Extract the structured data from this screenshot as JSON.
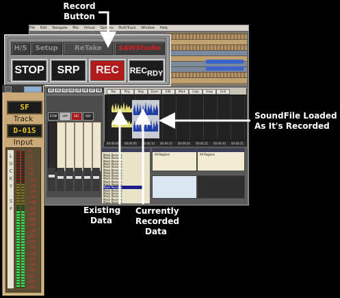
{
  "annotations": {
    "record_button": [
      "Record",
      "Button"
    ],
    "soundfile_loaded": [
      "SoundFile Loaded",
      "As It's Recorded"
    ],
    "existing_data": [
      "Existing",
      "Data"
    ],
    "currently_recorded": [
      "Currently",
      "Recorded",
      "Data"
    ]
  },
  "app": {
    "menu": [
      "File",
      "Edit",
      "Navigate",
      "Mix",
      "Virtual",
      "Options",
      "MultiTrack",
      "Window",
      "Help"
    ]
  },
  "record_panel": {
    "tabs": {
      "hs": "H/S",
      "setup": "Setup",
      "retake": "ReTake",
      "brand": "SAWStudio"
    },
    "buttons": {
      "stop": "STOP",
      "srp": "SRP",
      "rec": "REC",
      "rec_rdy_main": "REC",
      "rec_rdy_sub": "RDY"
    }
  },
  "input_panel": {
    "display_top": "SF",
    "track_label": "Track",
    "track_value": "D-01S",
    "input_label": "Input",
    "channel_name": [
      "L",
      "U",
      "C",
      "K",
      "Y",
      "",
      "S",
      "F"
    ],
    "scale": [
      "0",
      "-2",
      "-4",
      "-6",
      "-8",
      "-10",
      "-12",
      "-14",
      "-16",
      "-18",
      "-20",
      "-22",
      "-24",
      "-26",
      "-28",
      "-30",
      "-33",
      "-36",
      "-39",
      "-42",
      "-45",
      "-48",
      "-51",
      "-55",
      "-60"
    ]
  },
  "editor": {
    "toolbar": [
      "Rec",
      "Play",
      "Stop",
      "Zoom",
      "Edit",
      "Mark",
      "Loop",
      "Snap",
      "Grid"
    ],
    "ruler": [
      "00:00:00",
      "00:00:05",
      "00:00:10",
      "00:00:15",
      "00:00:20",
      "00:00:25",
      "00:00:30",
      "00:00:35"
    ]
  },
  "mixer": {
    "buttons": [
      "STOP",
      "SRP",
      "REC",
      "RDY"
    ],
    "lane_buttons": [
      "H1",
      "H2",
      "H3",
      "H4",
      "H5",
      "H6",
      "H7",
      "H8"
    ]
  },
  "regions": {
    "left_rows": [
      "Mack Records",
      "Mack Records",
      "Mack Records",
      "Mack Records",
      "Mack Records",
      "Mack Records",
      "Mack Records",
      "Mack Records",
      "Mack Records",
      "Mack Records",
      "Mack Records",
      "Mack Records",
      "Mack Records",
      "Mack Records",
      "Mack Records",
      "Mack Records",
      "Mack Records"
    ],
    "selected_index": 11,
    "list1_title": "All Regions",
    "list2_title": "All Regions"
  },
  "colors": {
    "rec_red": "#b31b1b",
    "lcd_amber": "#e7c320",
    "panel_tan": "#c9a978",
    "wave_yellow": "#e4e079",
    "wave_blue": "#2040a8"
  }
}
